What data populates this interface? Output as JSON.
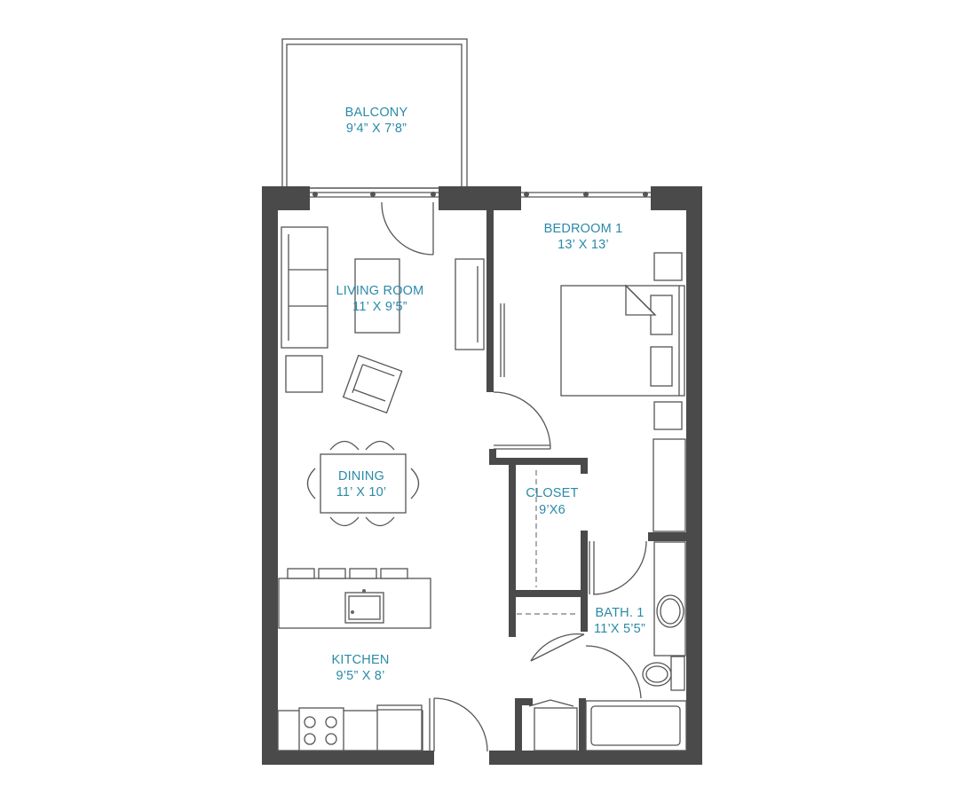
{
  "rooms": {
    "balcony": {
      "name": "BALCONY",
      "dims": "9’4” X 7’8”"
    },
    "bedroom": {
      "name": "BEDROOM 1",
      "dims": "13’ X 13’"
    },
    "living": {
      "name": "LIVING ROOM",
      "dims": "11’ X 9’5”"
    },
    "dining": {
      "name": "DINING",
      "dims": "11’ X 10’"
    },
    "closet": {
      "name": "CLOSET",
      "dims": "9’X6"
    },
    "bath": {
      "name": "BATH. 1",
      "dims": "11’X 5’5”"
    },
    "kitchen": {
      "name": "KITCHEN",
      "dims": "9’5” X 8’"
    }
  },
  "colors": {
    "wall": "#4a4a4a",
    "label": "#2a8aa8",
    "line": "#555555"
  }
}
